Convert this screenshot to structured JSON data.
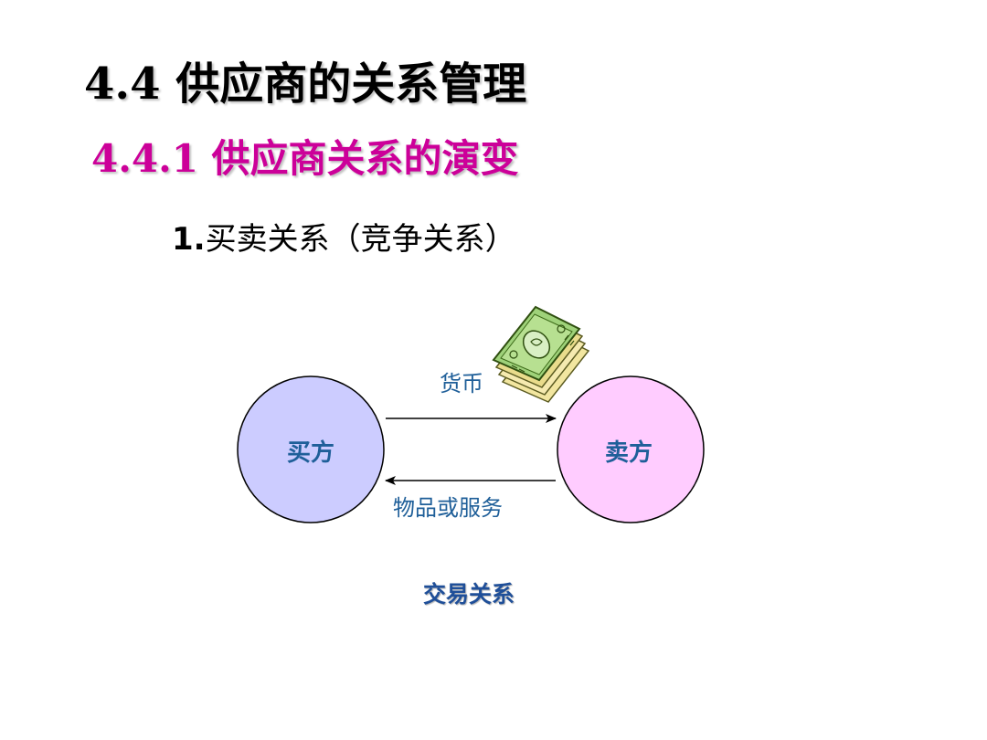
{
  "slide": {
    "title": "4.4 供应商的关系管理",
    "subtitle": "4.4.1  供应商关系的演变",
    "point_number": "1.",
    "point_text": "买卖关系（竞争关系）"
  },
  "diagram": {
    "buyer_label": "买方",
    "seller_label": "卖方",
    "top_arrow_label": "货币",
    "bottom_arrow_label": "物品或服务",
    "caption": "交易关系"
  },
  "colors": {
    "subtitle": "#cc0099",
    "buyer_fill": "#ccccff",
    "seller_fill": "#ffccff",
    "diagram_text": "#1f5f99",
    "caption": "#1f4f99"
  },
  "icons": {
    "money": "money-stack-icon"
  }
}
